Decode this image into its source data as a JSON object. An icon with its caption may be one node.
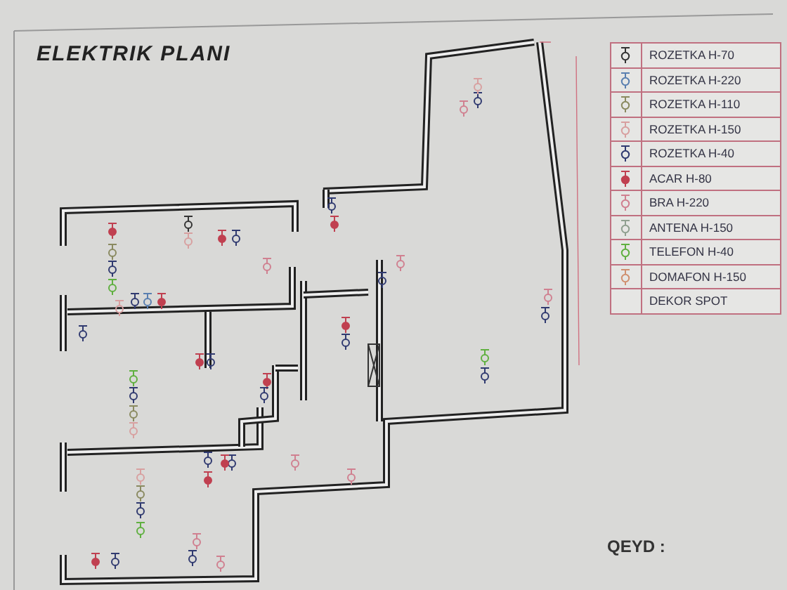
{
  "diagram": {
    "title": "ELEKTRIK PLANI",
    "labels": [
      "QEYD :"
    ],
    "legend": [
      {
        "text": "ROZETKA H-70"
      },
      {
        "text": "ROZETKA H-220"
      },
      {
        "text": "ROZETKA H-110"
      },
      {
        "text": "ROZETKA H-150"
      },
      {
        "text": "ROZETKA H-40"
      },
      {
        "text": "ACAR H-80"
      },
      {
        "text": "BRA H-220"
      },
      {
        "text": "ANTENA  H-150"
      },
      {
        "text": "TELEFON  H-40"
      },
      {
        "text": "DOMAFON  H-150"
      },
      {
        "text": "DEKOR SPOT"
      }
    ]
  }
}
